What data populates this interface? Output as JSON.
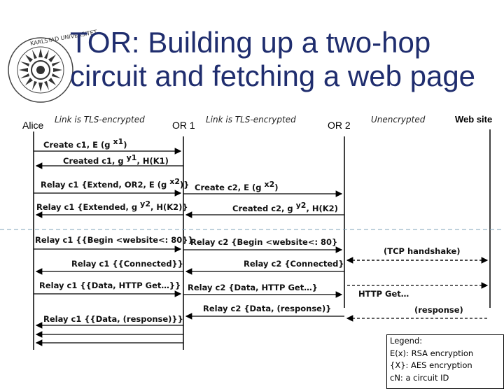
{
  "title": {
    "line1": "TOR: Building up a two-hop",
    "line2": "circuit and fetching a web page"
  },
  "participants": {
    "alice": "Alice",
    "or1": "OR 1",
    "or2": "OR 2",
    "website": "Web site"
  },
  "link_labels": {
    "alice_or1": "Link is TLS-encrypted",
    "or1_or2": "Link is TLS-encrypted",
    "or2_web": "Unencrypted"
  },
  "messages": {
    "create_c1": "Create c1, E (g ",
    "create_c1_exp": "x1",
    "create_c1_end": ")",
    "created_c1": "Created c1, g ",
    "created_c1_exp": "y1",
    "created_c1_end": ", H(K1)",
    "relay_extend": "Relay c1 {Extend, OR2, E (g ",
    "relay_extend_exp": "x2",
    "relay_extend_end": ")}",
    "create_c2": "Create c2, E (g ",
    "create_c2_exp": "x2",
    "create_c2_end": ")",
    "relay_extended": "Relay c1 {Extended, g ",
    "relay_extended_exp": "y2",
    "relay_extended_end": ", H(K2)}",
    "created_c2": "Created c2, g ",
    "created_c2_exp": "y2",
    "created_c2_end": ", H(K2)",
    "relay_begin_c1": "Relay c1 {{Begin <website<: 80}}",
    "relay_begin_c2": "Relay c2 {Begin <website<: 80}",
    "tcp_handshake": "(TCP handshake)",
    "relay_connected_c1": "Relay c1 {{Connected}}",
    "relay_connected_c2": "Relay c2 {Connected}",
    "relay_data_c1": "Relay c1 {{Data, HTTP Get…}}",
    "relay_data_c2": "Relay c2 {Data, HTTP Get…}",
    "http_get": "HTTP Get…",
    "relay_resp_c2": "Relay c2 {Data, (response)}",
    "response": "(response)",
    "relay_resp_c1": "Relay c1 {{Data, (response)}}"
  },
  "legend": {
    "title": "Legend:",
    "rsa": "E(x): RSA encryption",
    "aes": "{X}: AES encryption",
    "cid": "cN: a circuit ID"
  }
}
